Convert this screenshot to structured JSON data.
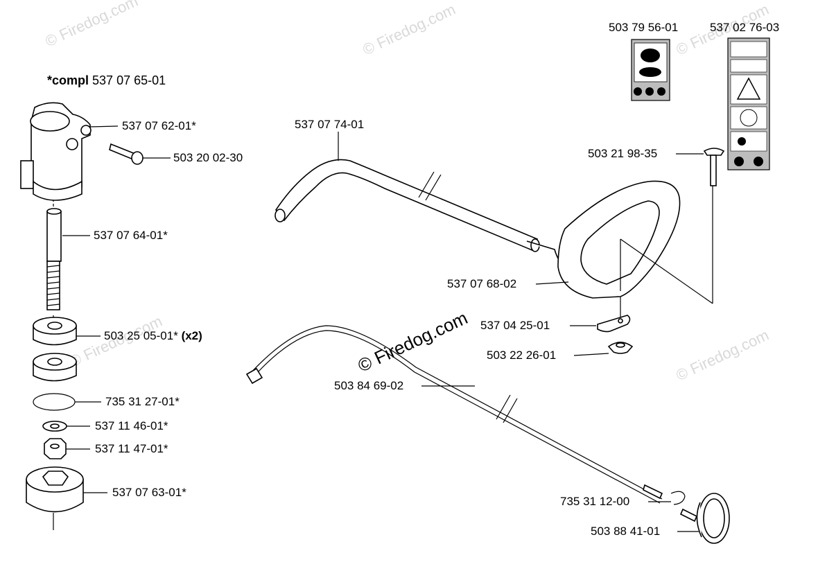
{
  "header": {
    "compl_prefix": "*compl",
    "compl_number": "537 07 65-01"
  },
  "labels": {
    "l_537076201": "537 07 62-01*",
    "l_503200230": "503 20 02-30",
    "l_537076401": "537 07 64-01*",
    "l_503250501": "503 25 05-01*",
    "l_503250501_qty": "(x2)",
    "l_735312701": "735 31 27-01*",
    "l_537114601": "537 11 46-01*",
    "l_537114701": "537 11 47-01*",
    "l_537076301": "537 07 63-01*",
    "l_537077401": "537 07 74-01",
    "l_537076802": "537 07 68-02",
    "l_537042501": "537 04 25-01",
    "l_503222601": "503 22 26-01",
    "l_503846902": "503 84 69-02",
    "l_735311200": "735 31 12-00",
    "l_503884101": "503 88 41-01",
    "l_503795601": "503 79 56-01",
    "l_537027603": "537 02 76-03",
    "l_503219835": "503 21 98-35"
  },
  "watermark": {
    "text": "© Firedog.com"
  },
  "colors": {
    "line": "#000000",
    "watermark": "#d9d9d9",
    "decal": "#bdbdbd"
  }
}
